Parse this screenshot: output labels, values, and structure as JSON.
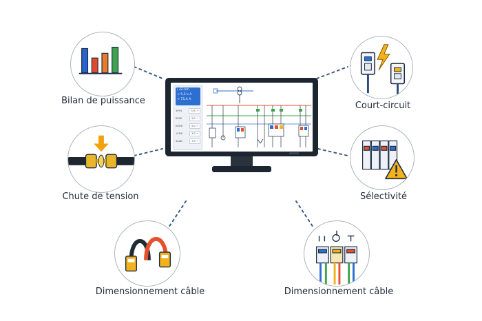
{
  "items": {
    "power_balance": {
      "label": "Bilan de puissance",
      "icon": "bar-chart-icon"
    },
    "short_circuit": {
      "label": "Court-circuit",
      "icon": "lightning-breakers-icon"
    },
    "voltage_drop": {
      "label": "Chute de tension",
      "icon": "cable-connector-icon"
    },
    "selectivity": {
      "label": "Sélectivité",
      "icon": "breakers-warning-icon"
    },
    "cable_sizing_left": {
      "label": "Dimensionnement câble",
      "icon": "cable-loops-icon"
    },
    "cable_sizing_right": {
      "label": "Dimensionnement câble",
      "icon": "distribution-board-icon"
    }
  },
  "screen": {
    "kpi": [
      "ι ₖ8 c/m",
      "→ 5,2 k A",
      "→ 75,A A"
    ],
    "rows": [
      {
        "name": "3PH5",
        "value": "7/% →"
      },
      {
        "name": "8PAB",
        "value": "5/0 →"
      },
      {
        "name": "AOB8",
        "value": "5/0 →"
      },
      {
        "name": "1CNB",
        "value": "3/3 →"
      },
      {
        "name": "3AAB",
        "value": "7/3 →"
      }
    ]
  },
  "colors": {
    "accent_blue": "#2d6fd1",
    "warning_yellow": "#f2b21b",
    "breaker_red": "#e4522c",
    "bar_green": "#3fa34d",
    "bar_orange": "#e97b28",
    "circle_border": "#aab3bf"
  }
}
